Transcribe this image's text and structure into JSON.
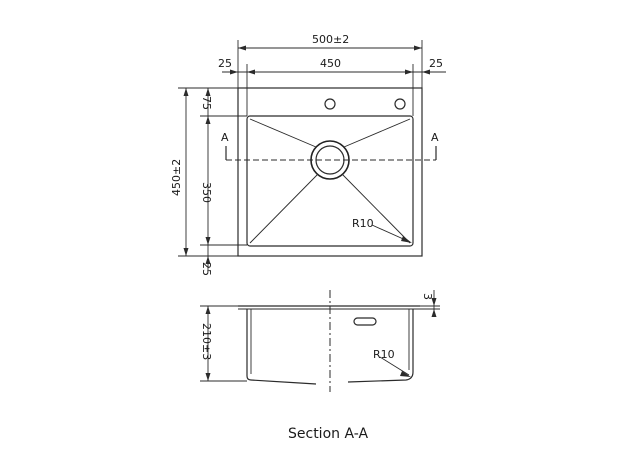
{
  "top_view": {
    "overall_width": "500±2",
    "inner_width": "450",
    "left_margin": "25",
    "right_margin": "25",
    "top_margin": "75",
    "overall_depth": "450±2",
    "inner_depth": "350",
    "bottom_margin": "25",
    "corner_radius": "R10",
    "section_marker_left": "A",
    "section_marker_right": "A"
  },
  "section_view": {
    "height": "210±3",
    "rim_thickness": "3",
    "corner_radius": "R10",
    "caption": "Section A-A"
  }
}
